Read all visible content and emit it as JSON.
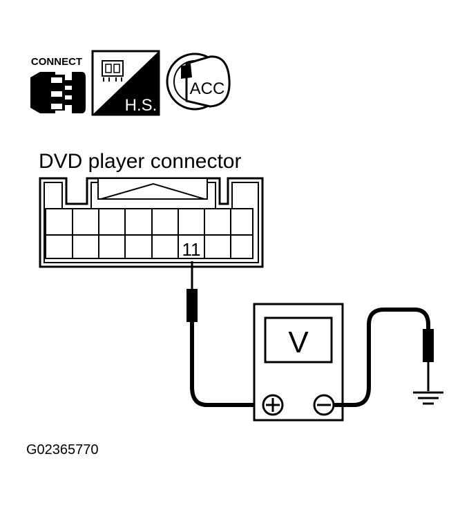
{
  "icons": {
    "connect_label": "CONNECT",
    "hs_label": "H.S.",
    "acc_label": "ACC"
  },
  "diagram": {
    "connector_title": "DVD player connector",
    "terminal_label": "11",
    "meter_label": "V",
    "positive_symbol": "+",
    "negative_symbol": "−"
  },
  "figure_id": "G02365770"
}
